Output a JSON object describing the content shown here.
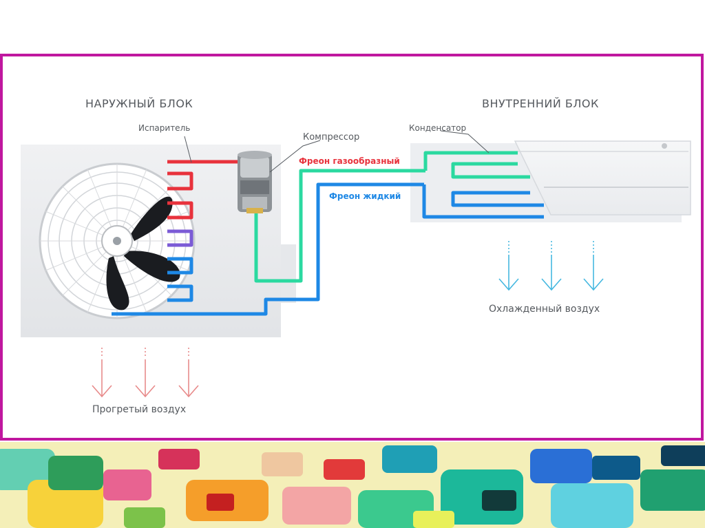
{
  "diagram": {
    "outdoor_title": "НАРУЖНЫЙ БЛОК",
    "indoor_title": "ВНУТРЕННИЙ БЛОК",
    "evaporator_label": "Испаритель",
    "compressor_label": "Компрессор",
    "condenser_label": "Конденсатор",
    "gas_label": "Фреон газообразный",
    "liquid_label": "Фреон жидкий",
    "warm_air_label": "Прогретый воздух",
    "cool_air_label": "Охлажденный воздух"
  },
  "colors": {
    "frame": "#c0179f",
    "gas_pipe": "#e8323c",
    "liquid_pipe": "#1e88e5",
    "low_pressure_pipe": "#2bd9a0",
    "mixed_pipe": "#7b5bd6",
    "warm_air_arrow": "#e88a8a",
    "cool_air_arrow": "#45b8e0"
  }
}
